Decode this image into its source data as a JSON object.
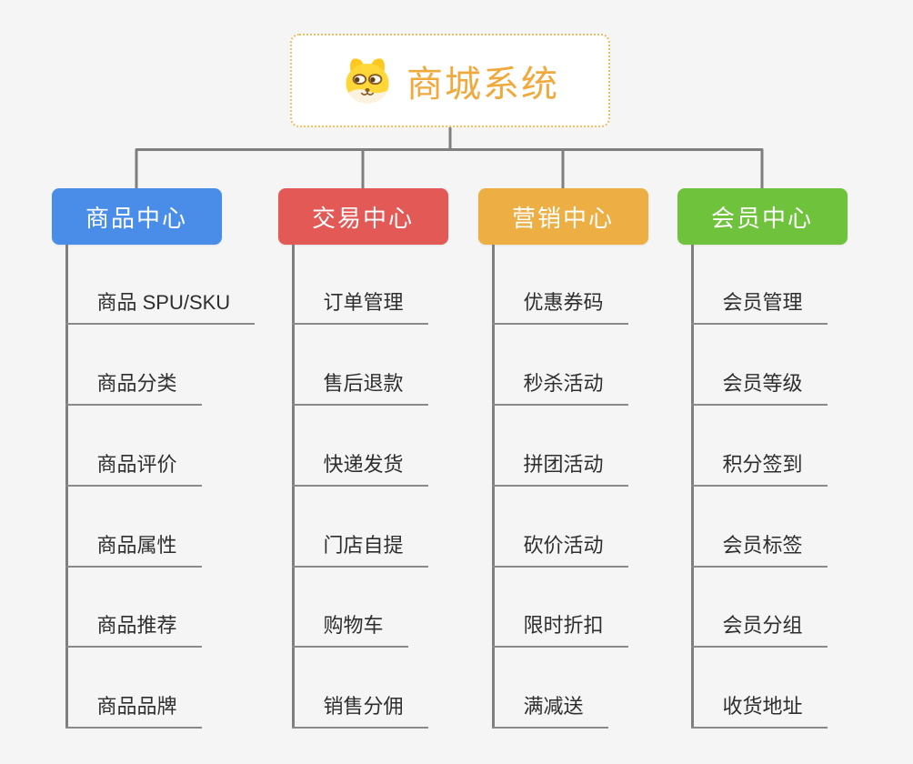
{
  "page": {
    "background": "#f5f5f6"
  },
  "connectors": {
    "color": "#7f7f7f",
    "underline_color": "#8a8a8a"
  },
  "root": {
    "title": "商城系统",
    "text_color": "#f0a93c",
    "border_color": "#f2bd62",
    "icon": "doge-icon"
  },
  "branches": [
    {
      "label": "商品中心",
      "color": "#4a8de9",
      "items": [
        "商品 SPU/SKU",
        "商品分类",
        "商品评价",
        "商品属性",
        "商品推荐",
        "商品品牌"
      ]
    },
    {
      "label": "交易中心",
      "color": "#e25956",
      "items": [
        "订单管理",
        "售后退款",
        "快递发货",
        "门店自提",
        "购物车",
        "销售分佣"
      ]
    },
    {
      "label": "营销中心",
      "color": "#edae43",
      "items": [
        "优惠券码",
        "秒杀活动",
        "拼团活动",
        "砍价活动",
        "限时折扣",
        "满减送"
      ]
    },
    {
      "label": "会员中心",
      "color": "#6fc23c",
      "items": [
        "会员管理",
        "会员等级",
        "积分签到",
        "会员标签",
        "会员分组",
        "收货地址"
      ]
    }
  ]
}
